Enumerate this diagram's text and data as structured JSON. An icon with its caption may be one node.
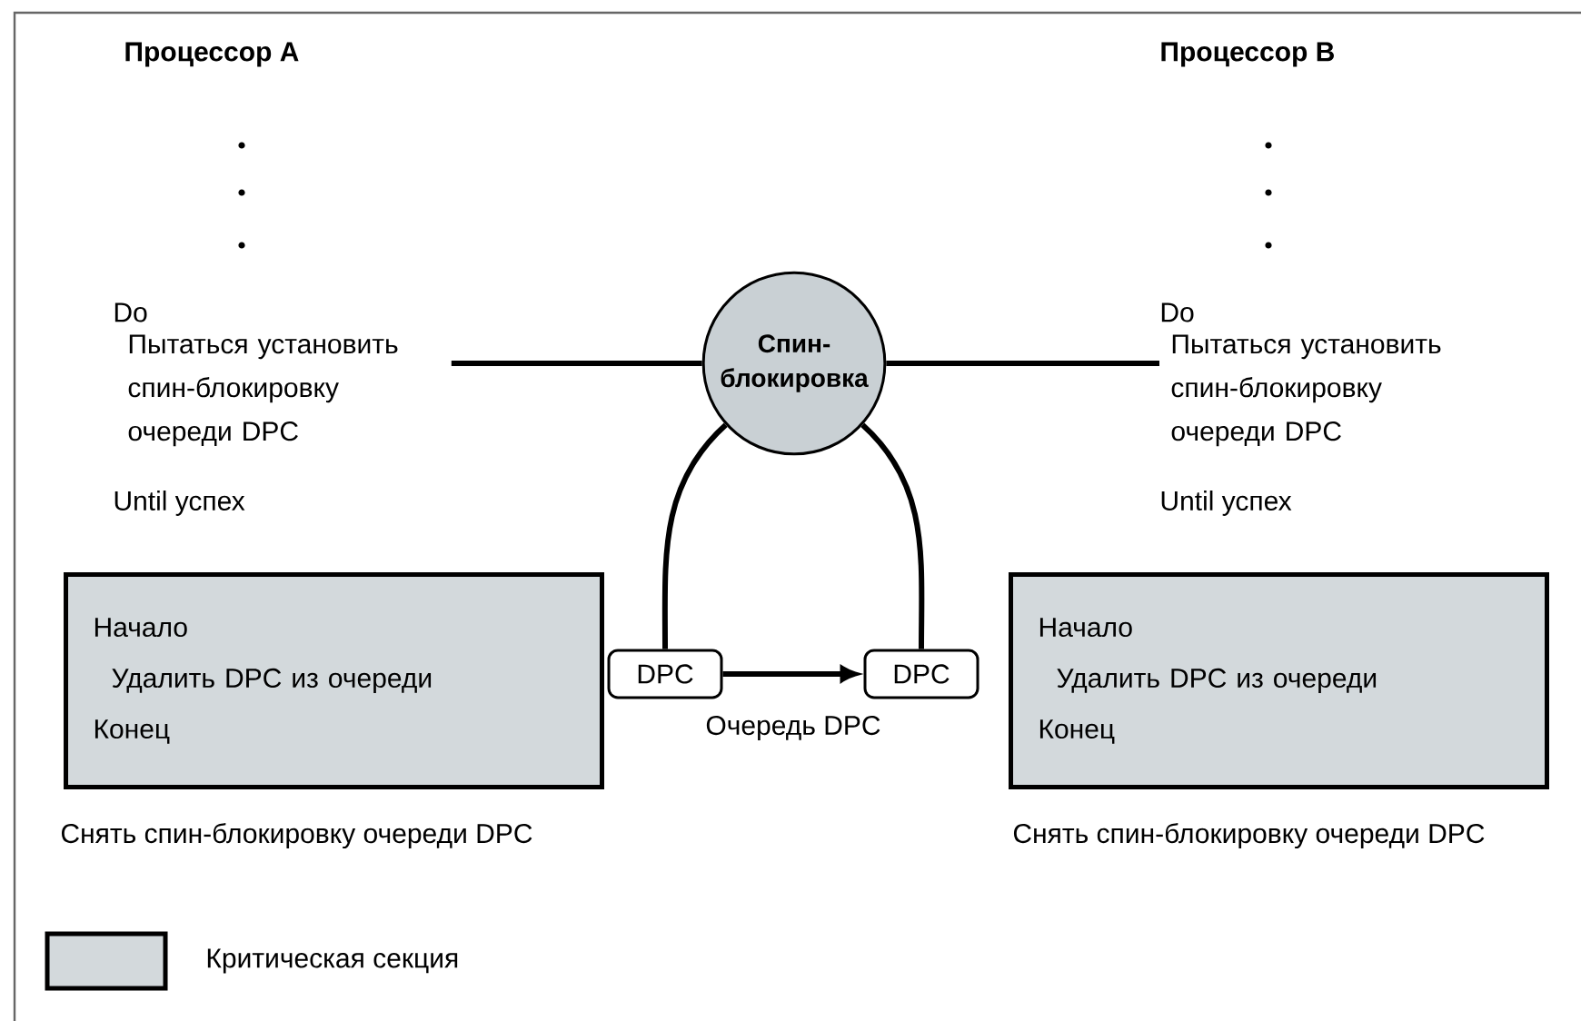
{
  "diagram": {
    "nodes": [
      {
        "text": [
          "Спин-блокировка"
        ]
      },
      {
        "text": [
          "Пытаться установить спин-блокировку очереди DPC"
        ]
      },
      {
        "text": [
          "Пытаться установить спин-блокировку очереди DPC"
        ]
      },
      {
        "text": [
          "DPC"
        ]
      },
      {
        "text": [
          "DPC"
        ]
      },
      {
        "text": [
          "Начало",
          "Удалить DPC из очереди",
          "Конец"
        ]
      },
      {
        "text": [
          "Начало",
          "Удалить DPC из очереди",
          "Конец"
        ]
      }
    ],
    "edges": [
      {
        "from": 1,
        "to": 0,
        "arrow": "none"
      },
      {
        "from": 0,
        "to": 2,
        "arrow": "none"
      },
      {
        "from": 0,
        "to": 3,
        "arrow": "none"
      },
      {
        "from": 0,
        "to": 4,
        "arrow": "none"
      },
      {
        "from": 3,
        "to": 4,
        "arrow": "to",
        "label": "Очередь DPC"
      }
    ],
    "labels": [
      "Процессор A",
      "Do",
      "Until успех",
      "Снять спин-блокировку очереди DPC",
      "Процессор B",
      "Do",
      "Until успех",
      "Снять спин-блокировку очереди DPC"
    ],
    "legend": [
      {
        "text": "Критическая секция",
        "color": "#d3d9dc"
      }
    ]
  }
}
